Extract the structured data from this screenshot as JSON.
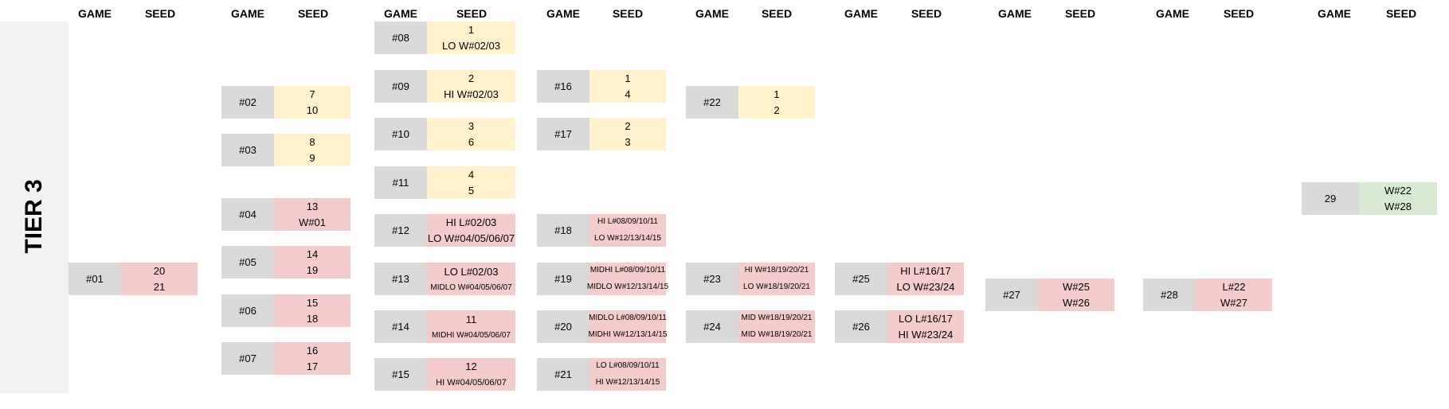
{
  "headers": {
    "game": "GAME",
    "seed": "SEED"
  },
  "tier_label": "TIER 3",
  "colors": {
    "pending": "#fff2cc",
    "loser_bracket": "#f4cccc",
    "final": "#d9ead3",
    "game_cell": "#d9d9d9"
  },
  "matches": [
    {
      "game": "#01",
      "seed_top": "20",
      "seed_bottom": "21"
    },
    {
      "game": "#02",
      "seed_top": "7",
      "seed_bottom": "10"
    },
    {
      "game": "#03",
      "seed_top": "8",
      "seed_bottom": "9"
    },
    {
      "game": "#04",
      "seed_top": "13",
      "seed_bottom": "W#01"
    },
    {
      "game": "#05",
      "seed_top": "14",
      "seed_bottom": "19"
    },
    {
      "game": "#06",
      "seed_top": "15",
      "seed_bottom": "18"
    },
    {
      "game": "#07",
      "seed_top": "16",
      "seed_bottom": "17"
    },
    {
      "game": "#08",
      "seed_top": "1",
      "seed_bottom": "LO W#02/03"
    },
    {
      "game": "#09",
      "seed_top": "2",
      "seed_bottom": "HI W#02/03"
    },
    {
      "game": "#10",
      "seed_top": "3",
      "seed_bottom": "6"
    },
    {
      "game": "#11",
      "seed_top": "4",
      "seed_bottom": "5"
    },
    {
      "game": "#12",
      "seed_top": "HI L#02/03",
      "seed_bottom": "LO W#04/05/06/07"
    },
    {
      "game": "#13",
      "seed_top": "LO L#02/03",
      "seed_bottom": "MIDLO W#04/05/06/07"
    },
    {
      "game": "#14",
      "seed_top": "11",
      "seed_bottom": "MIDHI W#04/05/06/07"
    },
    {
      "game": "#15",
      "seed_top": "12",
      "seed_bottom": "HI W#04/05/06/07"
    },
    {
      "game": "#16",
      "seed_top": "1",
      "seed_bottom": "4"
    },
    {
      "game": "#17",
      "seed_top": "2",
      "seed_bottom": "3"
    },
    {
      "game": "#18",
      "seed_top": "HI L#08/09/10/11",
      "seed_bottom": "LO W#12/13/14/15"
    },
    {
      "game": "#19",
      "seed_top": "MIDHI L#08/09/10/11",
      "seed_bottom": "MIDLO W#12/13/14/15"
    },
    {
      "game": "#20",
      "seed_top": "MIDLO L#08/09/10/11",
      "seed_bottom": "MIDHI W#12/13/14/15"
    },
    {
      "game": "#21",
      "seed_top": "LO L#08/09/10/11",
      "seed_bottom": "HI W#12/13/14/15"
    },
    {
      "game": "#22",
      "seed_top": "1",
      "seed_bottom": "2"
    },
    {
      "game": "#23",
      "seed_top": "HI W#18/19/20/21",
      "seed_bottom": "LO W#18/19/20/21"
    },
    {
      "game": "#24",
      "seed_top": "MID W#18/19/20/21",
      "seed_bottom": "MID W#18/19/20/21"
    },
    {
      "game": "#25",
      "seed_top": "HI L#16/17",
      "seed_bottom": "LO W#23/24"
    },
    {
      "game": "#26",
      "seed_top": "LO L#16/17",
      "seed_bottom": "HI W#23/24"
    },
    {
      "game": "#27",
      "seed_top": "W#25",
      "seed_bottom": "W#26"
    },
    {
      "game": "#28",
      "seed_top": "L#22",
      "seed_bottom": "W#27"
    },
    {
      "game": "29",
      "seed_top": "W#22",
      "seed_bottom": "W#28"
    }
  ]
}
